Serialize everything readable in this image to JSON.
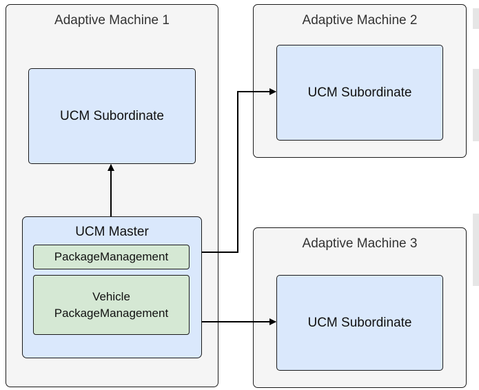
{
  "machines": [
    {
      "title": "Adaptive Machine 1",
      "subordinate_label": "UCM Subordinate"
    },
    {
      "title": "Adaptive Machine 2",
      "subordinate_label": "UCM Subordinate"
    },
    {
      "title": "Adaptive Machine 3",
      "subordinate_label": "UCM Subordinate"
    }
  ],
  "master": {
    "title": "UCM Master",
    "package_management": "PackageManagement",
    "vehicle_package_management_line1": "Vehicle",
    "vehicle_package_management_line2": "PackageManagement"
  },
  "colors": {
    "machine_fill": "#f5f5f5",
    "ucm_fill": "#dae8fc",
    "package_fill": "#d5e8d4",
    "stroke": "#1a1a1a"
  }
}
